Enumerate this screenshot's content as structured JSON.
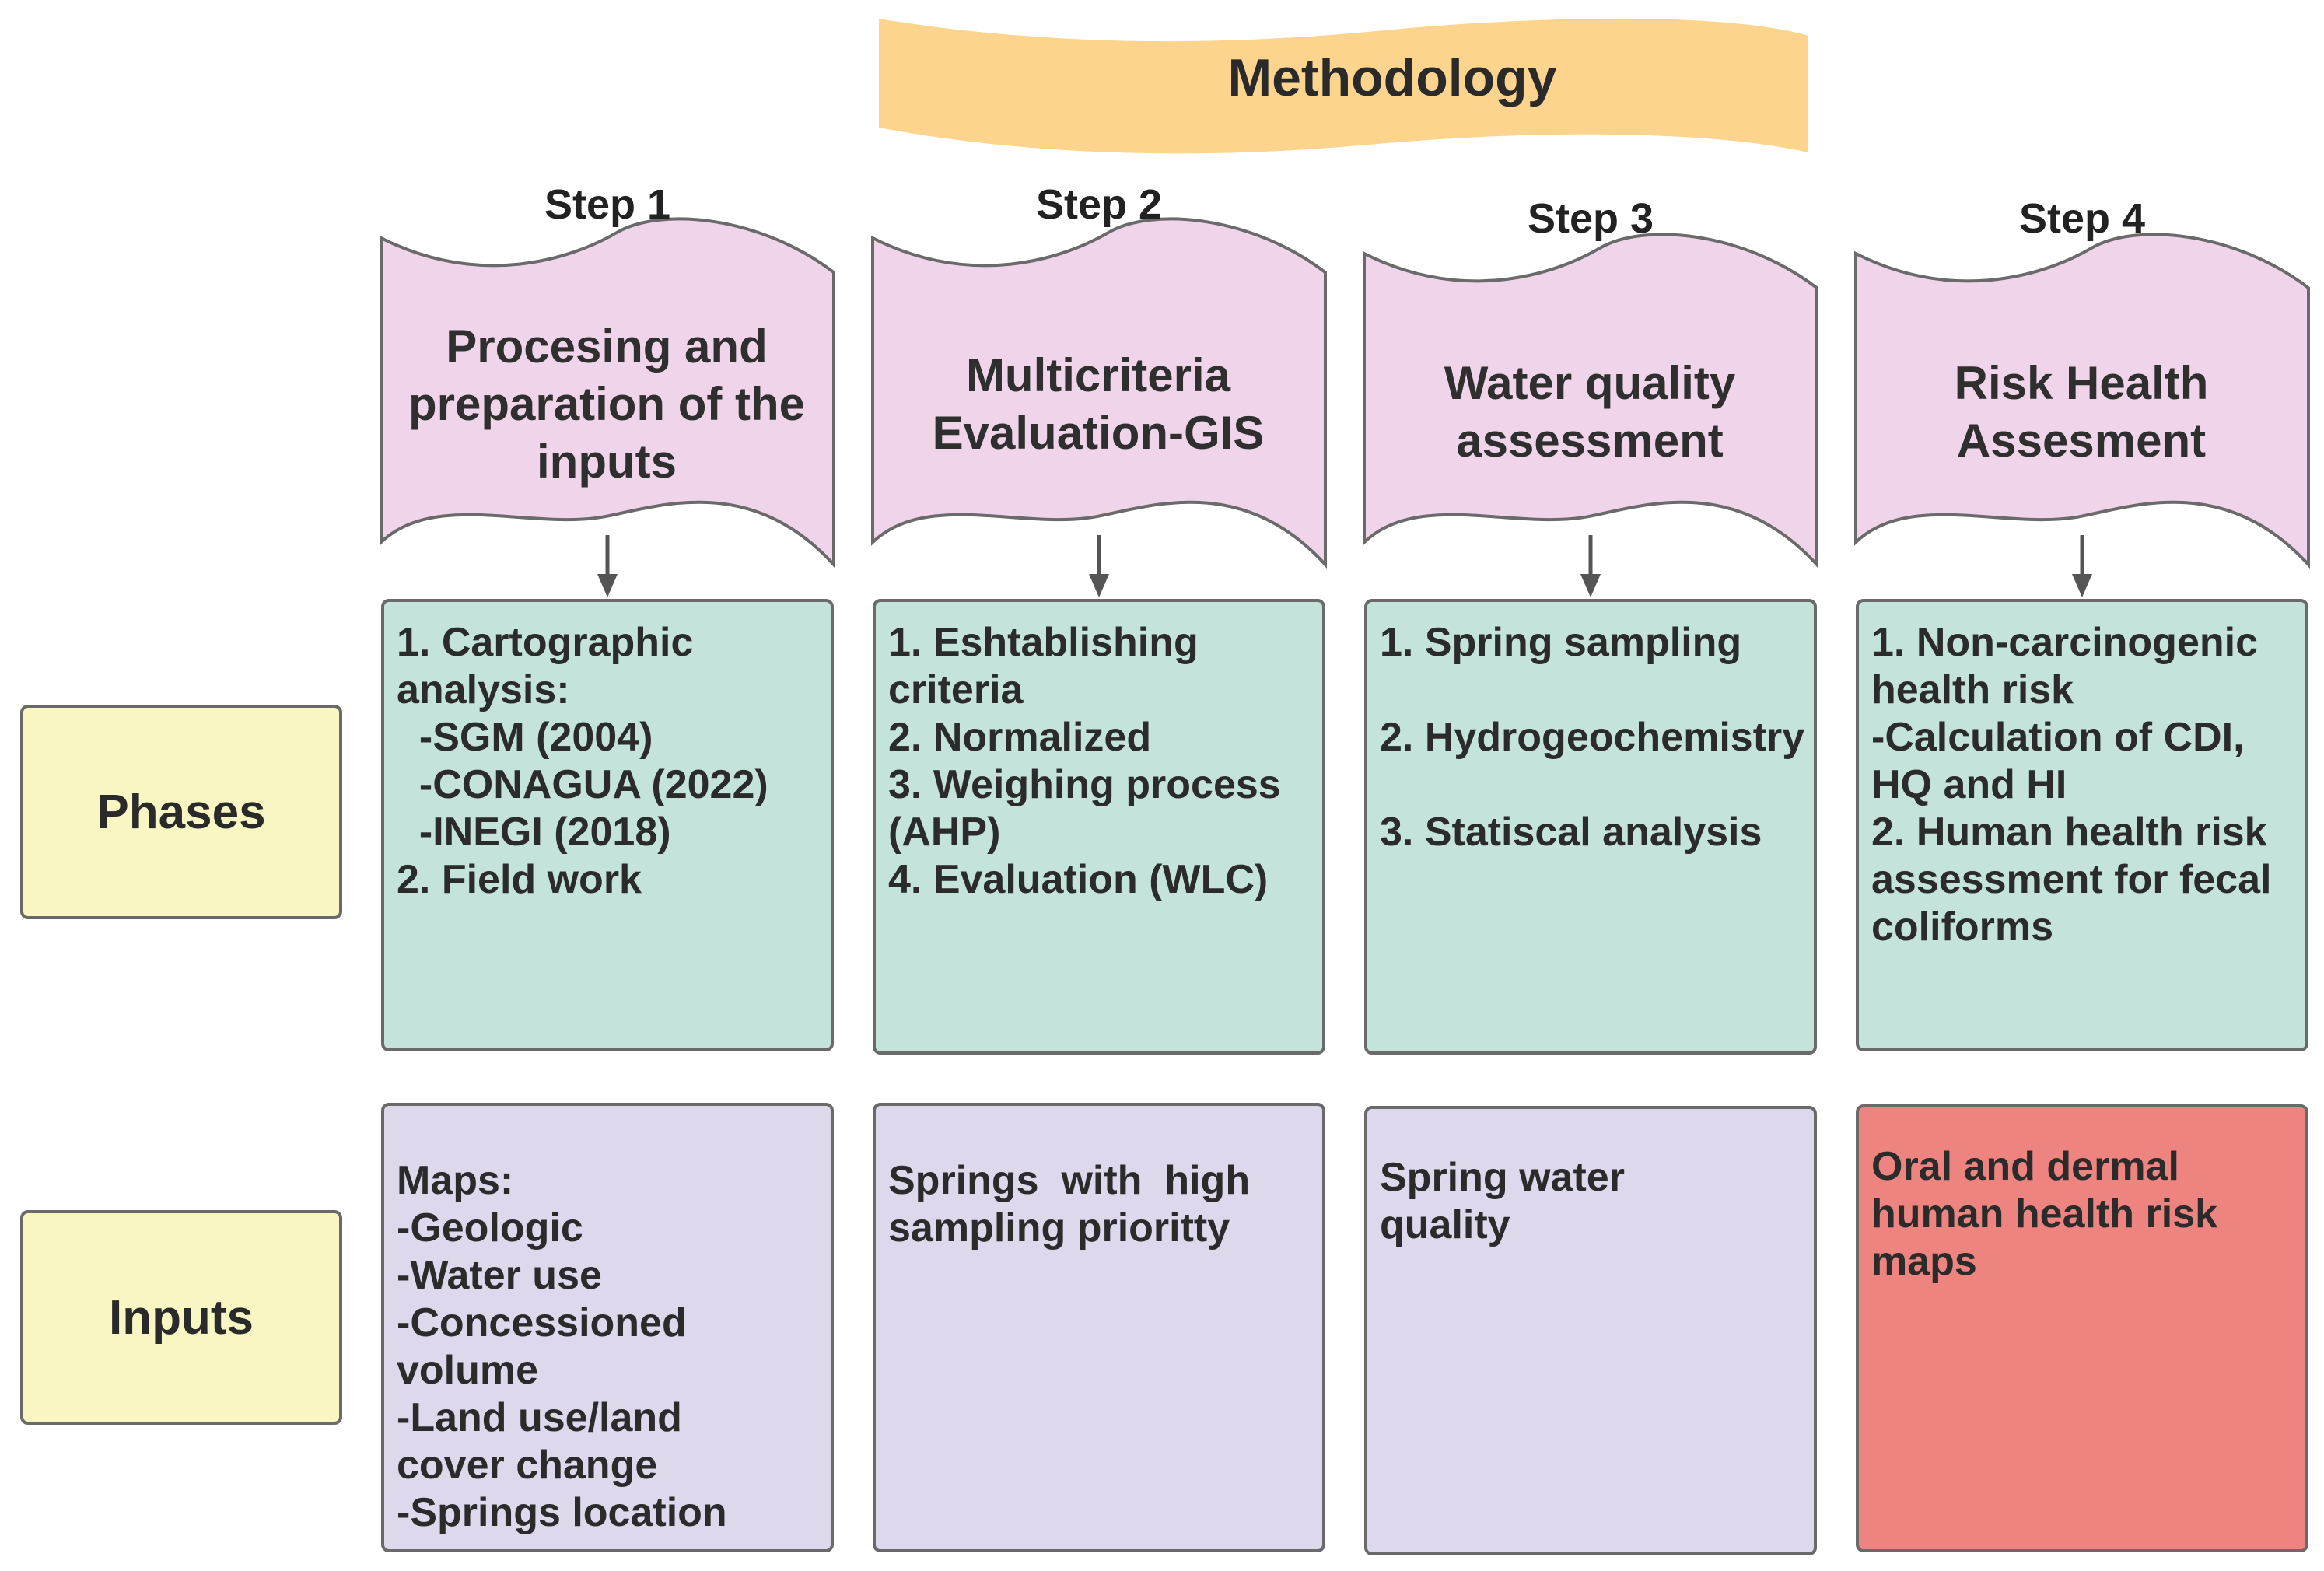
{
  "title": "Methodology",
  "colors": {
    "title_banner": "#fcd48e",
    "step_banner": "#f0d5ea",
    "phase_box": "#c4e3db",
    "input_box": "#ddd8ec",
    "input_box_highlight": "#ee8480",
    "side_label_box": "#f8f7c4",
    "outline": "#6a6a6a"
  },
  "row_labels": {
    "phases": "Phases",
    "inputs": "Inputs"
  },
  "steps": [
    {
      "label": "Step 1",
      "banner": [
        "Procesing and",
        "preparation of the",
        "inputs"
      ],
      "phase_lines": [
        "1. Cartographic",
        "analysis:",
        "  -SGM (2004)",
        "  -CONAGUA (2022)",
        "  -INEGI (2018)",
        "2. Field work"
      ],
      "input_lines": [
        "Maps:",
        "-Geologic",
        "-Water use",
        "-Concessioned",
        "volume",
        "-Land use/land",
        "cover change",
        "-Springs location"
      ]
    },
    {
      "label": "Step 2",
      "banner": [
        "Multicriteria",
        "Evaluation-GIS"
      ],
      "phase_lines": [
        "1. Eshtablishing",
        "criteria",
        "2. Normalized",
        "3. Weighing process",
        "(AHP)",
        "4. Evaluation (WLC)"
      ],
      "input_lines": [
        "Springs  with  high",
        "sampling prioritty"
      ]
    },
    {
      "label": "Step 3",
      "banner": [
        "Water quality",
        "assessment"
      ],
      "phase_lines": [
        "1. Spring sampling",
        "",
        "2. Hydrogeochemistry",
        "",
        "3. Statiscal analysis"
      ],
      "input_lines": [
        "Spring water",
        "quality"
      ]
    },
    {
      "label": "Step 4",
      "banner": [
        "Risk Health",
        "Assesment"
      ],
      "phase_lines": [
        "1. Non-carcinogenic",
        "health risk",
        "-Calculation of CDI,",
        "HQ and HI",
        "2. Human health risk",
        "assessment for fecal",
        "coliforms"
      ],
      "input_lines": [
        "Oral and dermal",
        "human health risk",
        "maps"
      ]
    }
  ]
}
